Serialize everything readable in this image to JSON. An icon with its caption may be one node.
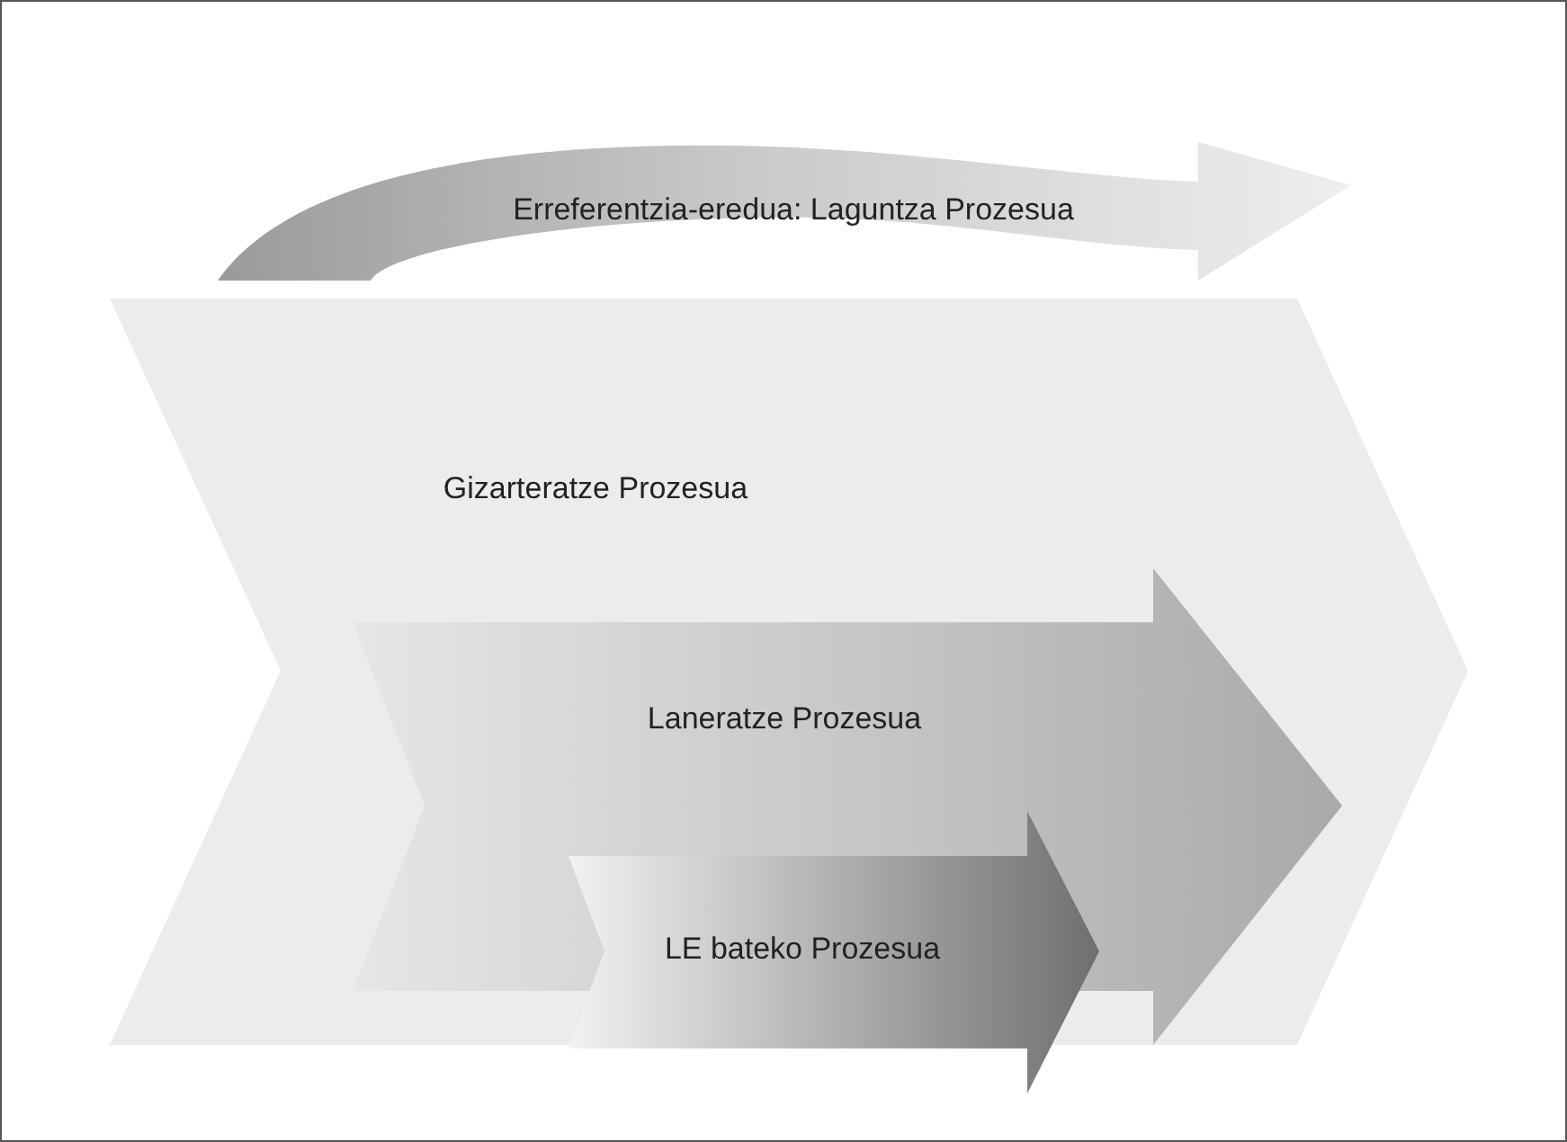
{
  "diagram": {
    "nodes": [
      {
        "text": [
          "Erreferentzia-eredua: Laguntza Prozesua"
        ]
      },
      {
        "text": [
          "Gizarteratze Prozesua"
        ]
      },
      {
        "text": [
          "Laneratze Prozesua"
        ],
        "in": 1
      },
      {
        "text": [
          "LE bateko Prozesua"
        ],
        "in": 2
      }
    ]
  }
}
